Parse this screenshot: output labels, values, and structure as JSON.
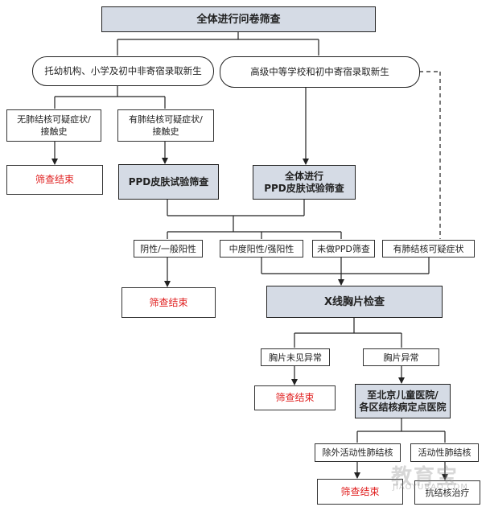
{
  "nodes": {
    "all_screen": "全体进行问卷筛查",
    "kindergarten": "托幼机构、小学及初中非寄宿录取新生",
    "highschool": "高级中等学校和初中寄宿录取新生",
    "no_symptom": "无肺结核可疑症状/\n接触史",
    "has_symptom": "有肺结核可疑症状/\n接触史",
    "end1": "筛查结束",
    "ppd": "PPD皮肤试验筛查",
    "all_ppd": "全体进行\nPPD皮肤试验筛查",
    "negative": "阴性/一般阳性",
    "moderate": "中度阳性/强阳性",
    "no_ppd": "未做PPD筛查",
    "suspect": "有肺结核可疑症状",
    "end2": "筛查结束",
    "xray": "X线胸片检查",
    "xray_normal": "胸片未见异常",
    "xray_abnormal": "胸片异常",
    "end3": "筛查结束",
    "hospital": "至北京儿童医院/\n各区结核病定点医院",
    "exclude": "除外活动性肺结核",
    "active": "活动性肺结核",
    "end4": "筛查结束",
    "treatment": "抗结核治疗"
  },
  "watermark": {
    "title": "教育宝",
    "sub": "JIAOYUBAO.COM"
  }
}
